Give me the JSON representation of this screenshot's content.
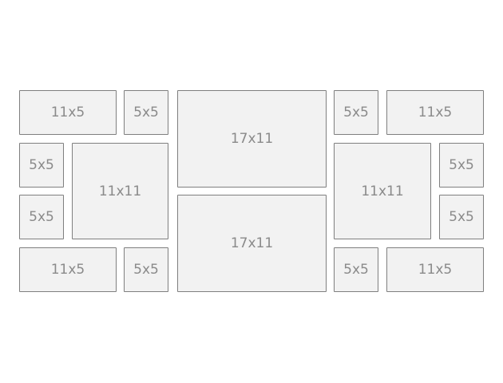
{
  "frames": [
    {
      "label": "11x5"
    },
    {
      "label": "5x5"
    },
    {
      "label": "5x5"
    },
    {
      "label": "11x11"
    },
    {
      "label": "5x5"
    },
    {
      "label": "11x5"
    },
    {
      "label": "5x5"
    },
    {
      "label": "17x11"
    },
    {
      "label": "17x11"
    },
    {
      "label": "5x5"
    },
    {
      "label": "11x5"
    },
    {
      "label": "11x11"
    },
    {
      "label": "5x5"
    },
    {
      "label": "5x5"
    },
    {
      "label": "5x5"
    },
    {
      "label": "11x5"
    }
  ],
  "colors": {
    "fill": "#f2f2f2",
    "border": "#7f7f7f",
    "text": "#8a8a8a"
  }
}
